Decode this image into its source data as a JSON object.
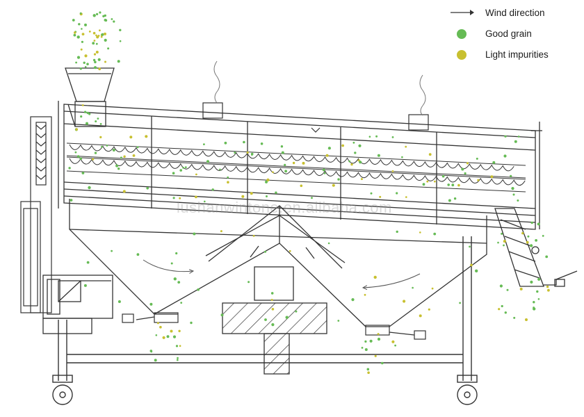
{
  "legend": {
    "wind_label": "Wind direction",
    "good_label": "Good grain",
    "light_label": "Light impurities"
  },
  "watermark": "lushanwintone.en.alibaba.com",
  "colors": {
    "good_grain": "#66bb55",
    "light_impurity": "#c8c030",
    "line": "#333333",
    "hatch_fill": "#ffffff"
  },
  "icons": {
    "wind": "wind-direction-arrow-icon",
    "good": "green-dot-icon",
    "light": "yellow-dot-icon"
  }
}
